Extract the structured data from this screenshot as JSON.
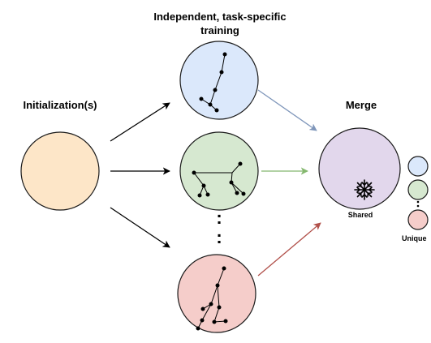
{
  "labels": {
    "stage_training_line1": "Independent, task-specific",
    "stage_training_line2": "training",
    "stage_init": "Initialization(s)",
    "stage_merge": "Merge",
    "shared": "Shared",
    "unique": "Unique",
    "ellipsis": ":"
  },
  "colors": {
    "init_fill": "#fde6c8",
    "blue_fill": "#dbe8fb",
    "green_fill": "#d6e8d0",
    "red_fill": "#f5cdca",
    "merge_fill": "#e2d7ec",
    "blue_arrow": "#7f96ba",
    "green_arrow": "#85b86f",
    "red_arrow": "#b1504a",
    "black_arrow": "#000000"
  },
  "icons": {
    "shared": "snowflake-icon"
  }
}
